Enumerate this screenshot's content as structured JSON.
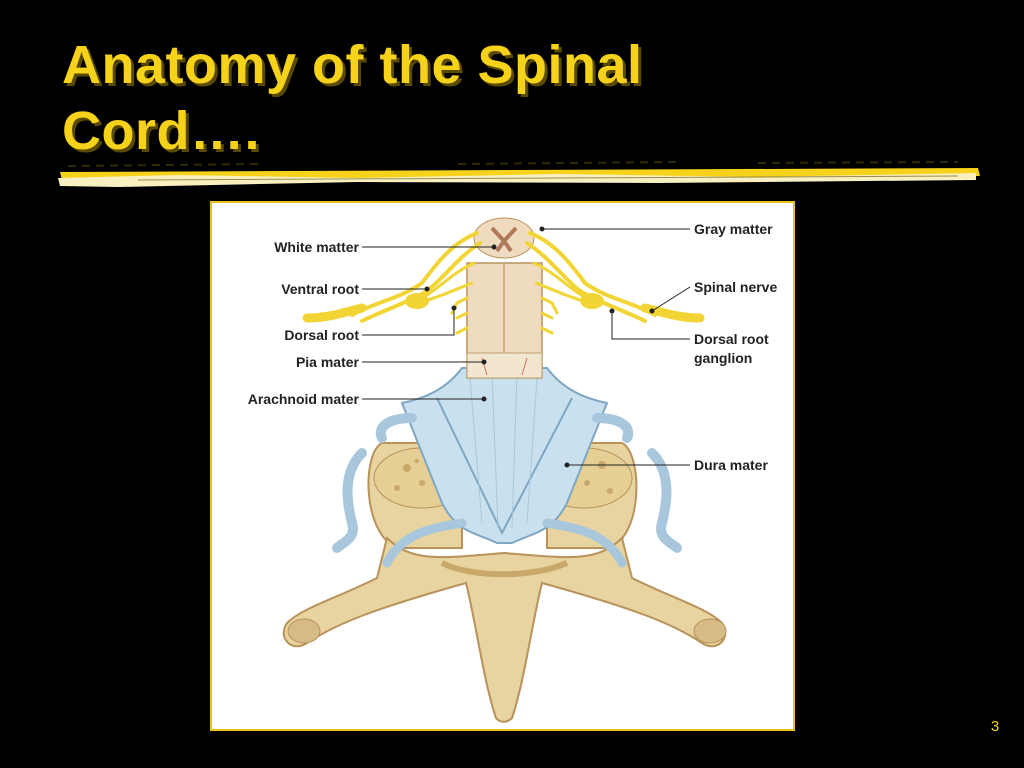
{
  "slide": {
    "title": "Anatomy of the Spinal Cord….",
    "page_number": "3",
    "accent_color": "#f6d21a"
  },
  "diagram": {
    "labels": {
      "white_matter": "White matter",
      "ventral_root": "Ventral root",
      "dorsal_root": "Dorsal root",
      "pia_mater": "Pia mater",
      "arachnoid_mater": "Arachnoid mater",
      "gray_matter": "Gray matter",
      "spinal_nerve": "Spinal nerve",
      "dorsal_root_ganglion_line1": "Dorsal root",
      "dorsal_root_ganglion_line2": "ganglion",
      "dura_mater": "Dura mater"
    },
    "colors": {
      "bone": "#e8d4a0",
      "bone_dark": "#b9925a",
      "meninges": "#c9e0ef",
      "nerve": "#f2d535",
      "cord": "#efdcc0"
    }
  }
}
